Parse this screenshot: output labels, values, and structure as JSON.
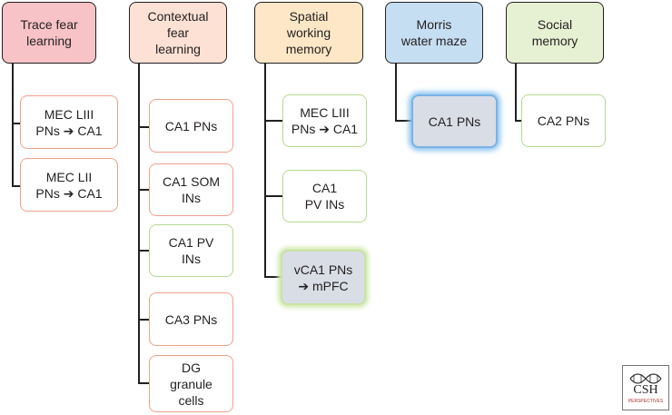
{
  "columns": [
    {
      "id": "trace",
      "header": "Trace fear\nlearning",
      "header_color": "#f7c3c6",
      "items": [
        "MEC LIII\nPNs ➔ CA1",
        "MEC LII\nPNs ➔ CA1"
      ]
    },
    {
      "id": "contextual",
      "header": "Contextual\nfear\nlearning",
      "header_color": "#fce1d4",
      "items": [
        "CA1 PNs",
        "CA1 SOM\nINs",
        "CA1 PV\nINs",
        "CA3 PNs",
        "DG\ngranule\ncells"
      ]
    },
    {
      "id": "spatial",
      "header": "Spatial\nworking\nmemory",
      "header_color": "#fde7c6",
      "items": [
        "MEC LIII\nPNs ➔ CA1",
        "CA1\nPV INs",
        "vCA1 PNs\n➔ mPFC"
      ]
    },
    {
      "id": "morris",
      "header": "Morris\nwater maze",
      "header_color": "#c6def2",
      "items": [
        "CA1 PNs"
      ]
    },
    {
      "id": "social",
      "header": "Social\nmemory",
      "header_color": "#e6f0d2",
      "items": [
        "CA2 PNs"
      ]
    }
  ],
  "logo": {
    "text": "CSH",
    "subtext": "PERSPECTIVES"
  }
}
